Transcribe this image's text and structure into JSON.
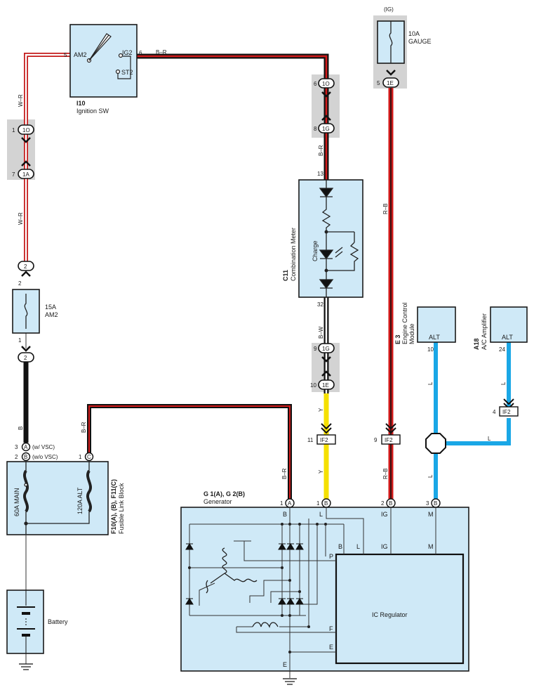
{
  "ignition_switch": {
    "code": "I10",
    "name": "Ignition SW",
    "terminals": {
      "am2": "AM2",
      "ig2": "IG2",
      "st2": "ST2"
    },
    "pins": {
      "am2": "5",
      "ig2": "6"
    }
  },
  "fuse_gauge": {
    "top": "(IG)",
    "rating": "10A",
    "name": "GAUGE",
    "pin": "5",
    "connector": "1E"
  },
  "fuse_am2": {
    "rating": "15A",
    "name": "AM2",
    "pin_top": "2",
    "pin_bottom": "1"
  },
  "junctions": {
    "j1o_left": {
      "pin": "1",
      "id": "1O"
    },
    "j1a_left": {
      "pin": "7",
      "id": "1A"
    },
    "j2_top": {
      "id": "2"
    },
    "j2_bottom": {
      "id": "2"
    },
    "j1o_mid": {
      "pin": "6",
      "id": "1O"
    },
    "j1g_mid": {
      "pin": "8",
      "id": "1G"
    },
    "j1g_low": {
      "pin": "9",
      "id": "1G"
    },
    "j1e_low": {
      "pin": "10",
      "id": "1E"
    }
  },
  "meter": {
    "code": "C11",
    "name": "Combination Meter",
    "lamp": "Charge",
    "pin_top": "13",
    "pin_bottom": "32"
  },
  "wires": {
    "wr": "W–R",
    "br": "B–R",
    "b": "B",
    "rb": "R–B",
    "bw": "B–W",
    "y": "Y",
    "l": "L"
  },
  "ecm": {
    "code": "E 3",
    "name1": "Engine Control",
    "name2": "Module",
    "terminal": "ALT",
    "pin": "10"
  },
  "ac_amp": {
    "code": "A18",
    "name": "A/C Amplifier",
    "terminal": "ALT",
    "pin": "24"
  },
  "if2": {
    "id": "IF2",
    "pin_ac": "4",
    "pin_y": "11",
    "pin_rb": "9"
  },
  "fusible_link": {
    "code": "F10(A), (B), F11(C)",
    "name": "Fusible Link Block",
    "main": "60A MAIN",
    "alt": "120A ALT",
    "pin_a": "3",
    "pin_b": "2",
    "pin_c": "1",
    "conn_a": "A",
    "conn_b": "B",
    "conn_c": "C",
    "note_a": "(w/ VSC)",
    "note_b": "(w/o VSC)"
  },
  "generator": {
    "code": "G 1(A), G 2(B)",
    "name": "Generator",
    "pins": {
      "p1": "1",
      "p2": "1",
      "p3": "2",
      "p4": "3"
    },
    "conns": {
      "c1": "A",
      "c2": "B",
      "c3": "B",
      "c4": "B"
    },
    "terminals": {
      "b": "B",
      "l": "L",
      "ig": "IG",
      "m": "M",
      "p": "P",
      "f": "F",
      "e": "E"
    },
    "regulator": "IC Regulator"
  },
  "battery": {
    "name": "Battery"
  }
}
